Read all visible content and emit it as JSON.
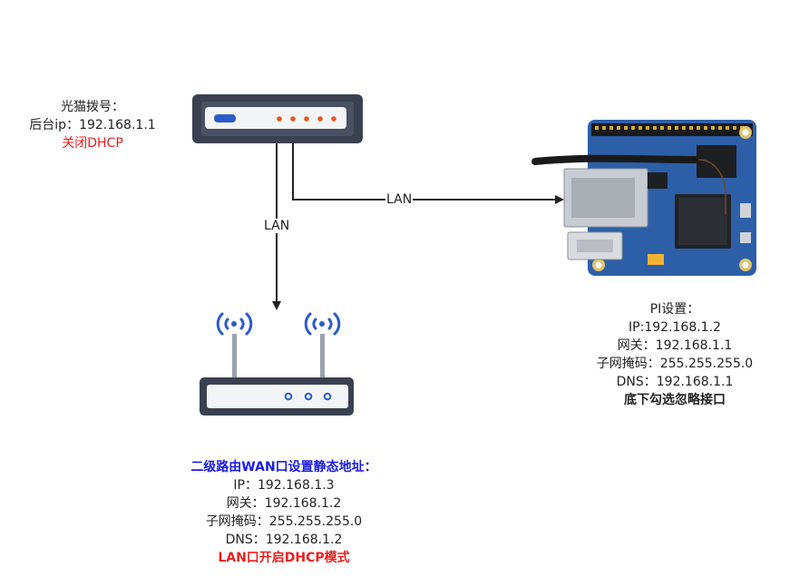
{
  "modem": {
    "title": "光猫拨号：",
    "backend": "后台ip：192.168.1.1",
    "dhcp": "关闭DHCP"
  },
  "edges": {
    "to_router": "LAN",
    "to_pi": "LAN"
  },
  "pi": {
    "title": "PI设置：",
    "ip": "IP:192.168.1.2",
    "gateway": "网关：192.168.1.1",
    "mask": "子网掩码：255.255.255.0",
    "dns": "DNS：192.168.1.1",
    "note": "底下勾选忽略接口"
  },
  "router": {
    "title": "二级路由WAN口设置静态地址：",
    "ip": "IP：192.168.1.3",
    "gateway": "网关：192.168.1.2",
    "mask": "子网掩码：255.255.255.0",
    "dns": "DNS：192.168.1.2",
    "lan": "LAN口开启DHCP模式"
  },
  "colors": {
    "device": "#3a4050",
    "accent_red": "#e8211e",
    "accent_blue": "#1c1ce0",
    "board": "#2d5fa8",
    "arrow": "#222222"
  }
}
